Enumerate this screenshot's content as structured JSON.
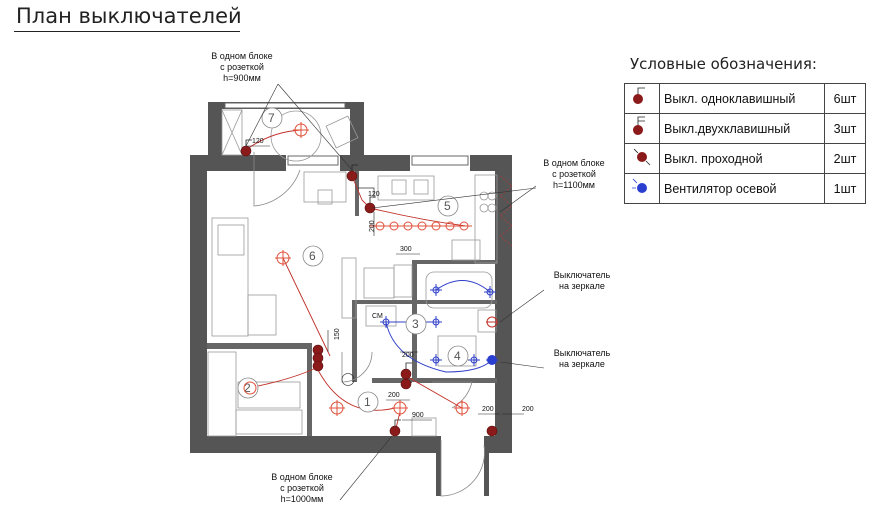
{
  "title": "План выключателей",
  "legend": {
    "title": "Условные обозначения:",
    "items": [
      {
        "name": "Выкл. одноклавишный",
        "qty": "6шт",
        "icon": "single-switch-icon"
      },
      {
        "name": "Выкл.двухклавишный",
        "qty": "3шт",
        "icon": "double-switch-icon"
      },
      {
        "name": "Выкл. проходной",
        "qty": "2шт",
        "icon": "passthrough-switch-icon"
      },
      {
        "name": "Вентилятор осевой",
        "qty": "1шт",
        "icon": "axial-fan-icon"
      }
    ]
  },
  "notes": {
    "balcony": {
      "l1": "В одном блоке",
      "l2": "с розеткой",
      "l3": "h=900мм"
    },
    "kitchen": {
      "l1": "В одном блоке",
      "l2": "с розеткой",
      "l3": "h=1100мм"
    },
    "bath_mirror": {
      "l1": "Выключатель",
      "l2": "на зеркале"
    },
    "wc_mirror": {
      "l1": "Выключатель",
      "l2": "на зеркале"
    },
    "entrance": {
      "l1": "В одном блоке",
      "l2": "с розеткой",
      "l3": "h=1000мм"
    }
  },
  "rooms": [
    "1",
    "2",
    "3",
    "4",
    "5",
    "6",
    "7"
  ],
  "dimensions": {
    "d120": "120",
    "d300": "300",
    "d150": "150",
    "d200": "200",
    "d900": "900",
    "d_door": "200"
  },
  "plan_labels": {
    "cm": "СМ"
  },
  "colors": {
    "wall": "#555555",
    "switch": "#8b1a1a",
    "lamp": "#e0503a",
    "wire": "#c03028",
    "fan": "#2a3fd0",
    "bath_lamp": "#3040c8",
    "furniture": "#999999"
  }
}
